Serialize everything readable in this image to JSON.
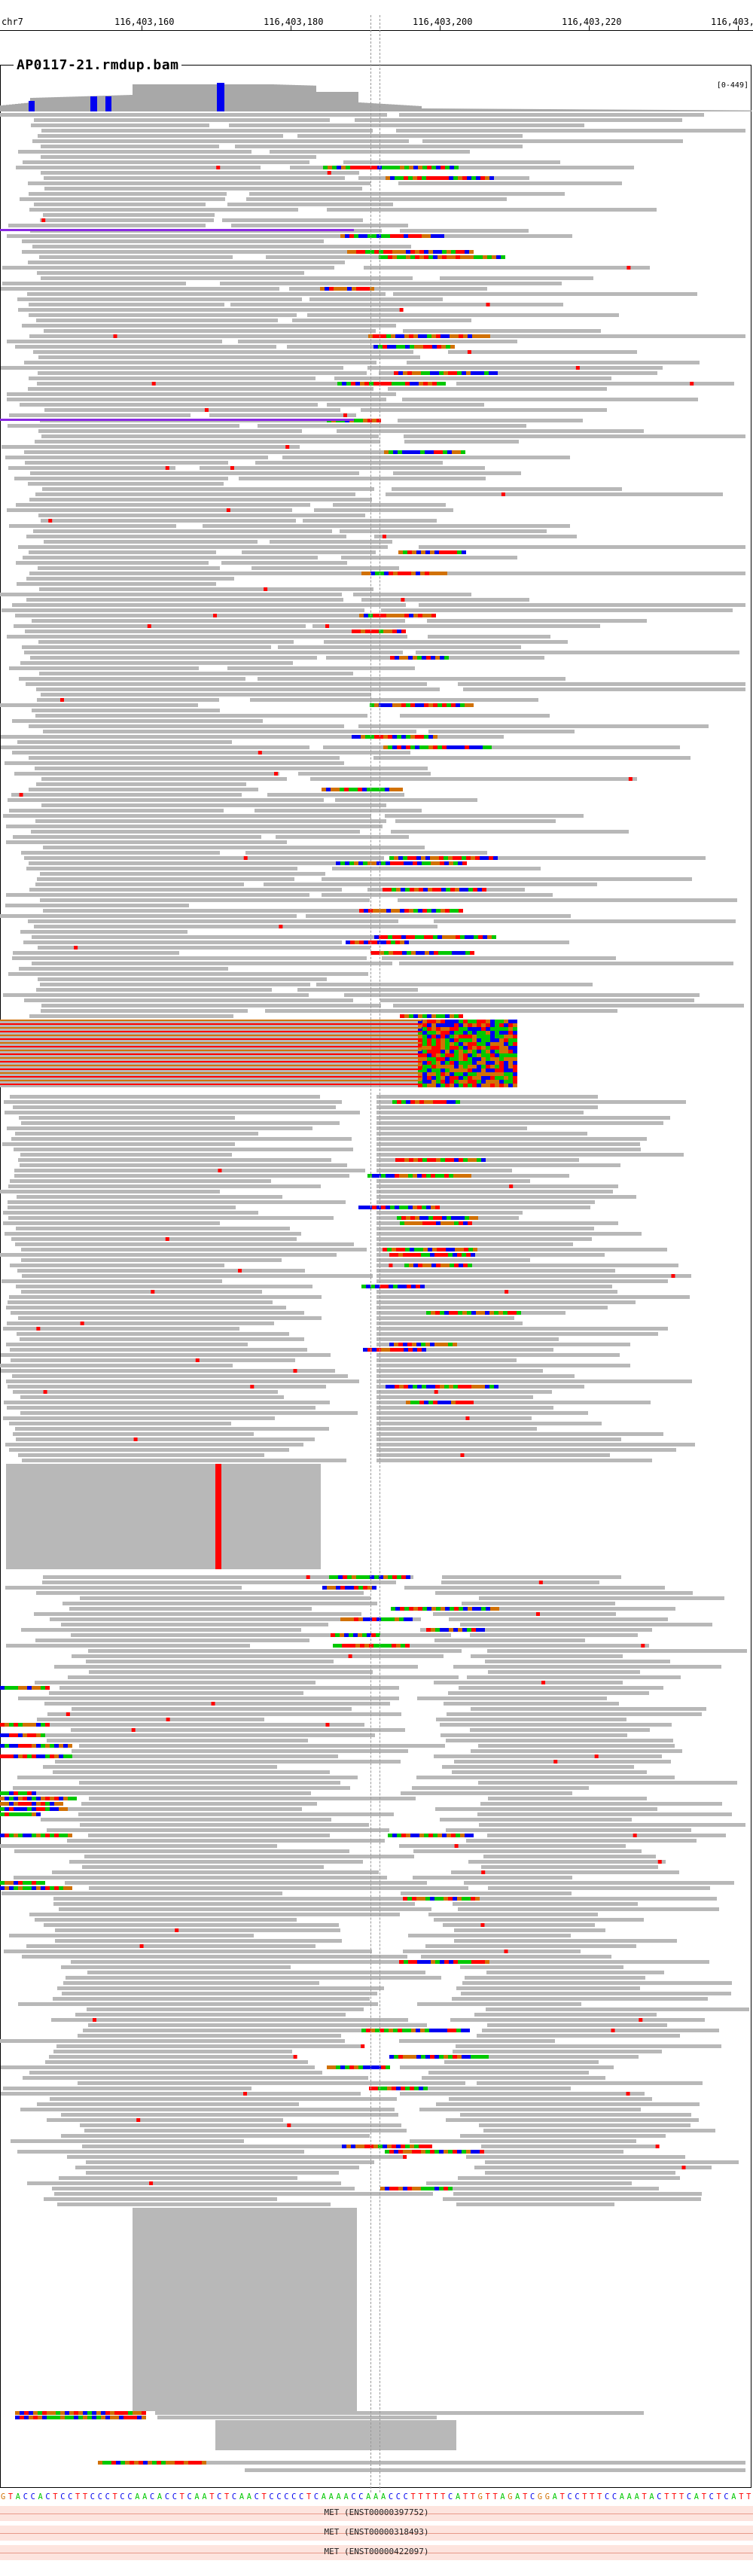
{
  "ruler": {
    "chromosome": "chr7",
    "ticks": [
      "116,403,160",
      "116,403,180",
      "116,403,200",
      "116,403,220",
      "116,403,"
    ]
  },
  "track": {
    "title": "AP0117-21.rmdup.bam",
    "scale": "[0-449]"
  },
  "reference": {
    "sequence": "GTACCACTCCTTCCCTCCAACACCTCAATCTCAACTCCCCCTCAAAACCAAACCCTTTTTCATTGTTAGATCGGATCCTTTCCAAATACTTTCATCTCATT"
  },
  "genes": [
    {
      "label": "MET (ENST00000397752)"
    },
    {
      "label": "MET (ENST00000318493)"
    },
    {
      "label": "MET (ENST00000422097)"
    }
  ],
  "colors": {
    "read": "#b8b8b8",
    "A": "#00c800",
    "C": "#0000f0",
    "G": "#d17105",
    "T": "#ff0000",
    "insertion": "#8a2be2",
    "coverage": "#a8a8a8"
  }
}
